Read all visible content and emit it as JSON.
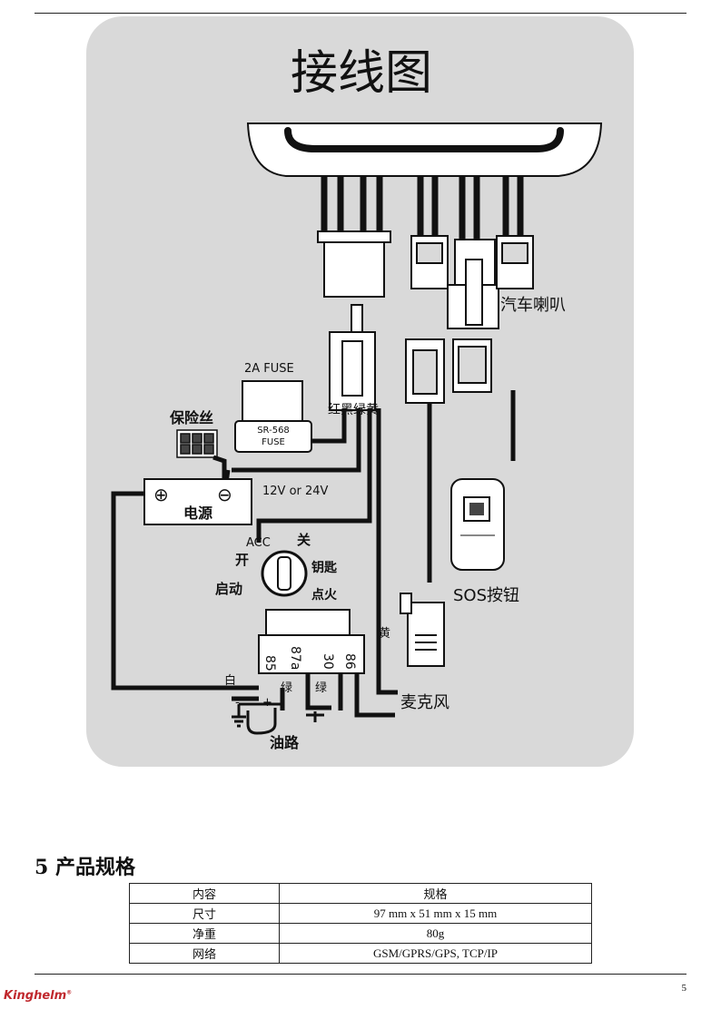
{
  "diagram": {
    "title": "接线图",
    "horn_label": "汽车喇叭",
    "fuse_rating": "2A FUSE",
    "fuse_label": "保险丝",
    "fuse_text_1": "SR-568",
    "fuse_text_2": "FUSE",
    "wire_colors": "红黑绿黄",
    "voltage": "12V or 24V",
    "power_label": "电源",
    "plus_symbol": "⊕",
    "minus_symbol": "⊖",
    "acc": "ACC",
    "off": "关",
    "on": "开",
    "start": "启动",
    "key": "钥匙",
    "ignition": "点火",
    "relay_87a": "87a",
    "relay_85": "85",
    "relay_30": "30",
    "relay_86": "86",
    "yellow": "黄",
    "white": "白",
    "green_1": "绿",
    "green_2": "绿",
    "minus": "-",
    "plus": "+",
    "oil_label": "油路",
    "sos_label": "SOS按钮",
    "mic_label": "麦克风"
  },
  "section": {
    "number": "5",
    "title": "产品规格"
  },
  "spec_table": {
    "headers": [
      "内容",
      "规格"
    ],
    "rows": [
      [
        "尺寸",
        "97 mm x 51 mm x 15 mm"
      ],
      [
        "净重",
        "80g"
      ],
      [
        "网络",
        "GSM/GPRS/GPS, TCP/IP"
      ]
    ]
  },
  "footer": {
    "logo": "Kinghelm",
    "trademark": "®",
    "page_number": "5"
  },
  "colors": {
    "panel": "#d9d9d9",
    "wire": "#111111",
    "brand": "#c0282d"
  }
}
